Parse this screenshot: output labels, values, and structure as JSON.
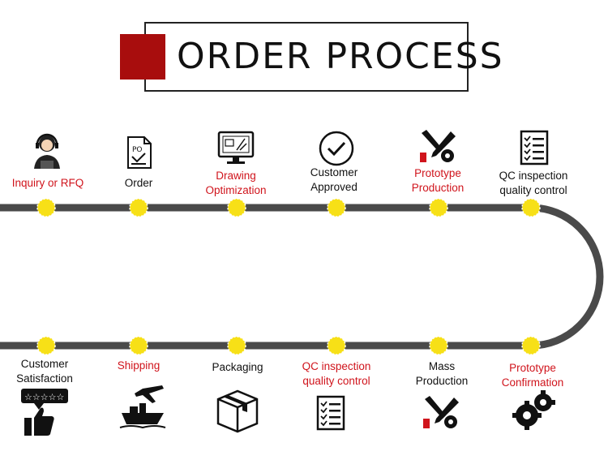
{
  "title": "ORDER PROCESS",
  "colors": {
    "accent_red": "#a80d0d",
    "label_red": "#d0141c",
    "label_dark": "#111111",
    "track": "#4a4a4a",
    "node": "#f7e017"
  },
  "top_row": [
    {
      "label": "Inquiry or RFQ",
      "highlight": true,
      "icon": "operator-headset-icon"
    },
    {
      "label": "Order",
      "highlight": false,
      "icon": "po-document-icon"
    },
    {
      "label": "Drawing\nOptimization",
      "highlight": true,
      "icon": "computer-drawing-icon"
    },
    {
      "label": "Customer\nApproved",
      "highlight": false,
      "icon": "checkmark-circle-icon"
    },
    {
      "label": "Prototype\nProduction",
      "highlight": true,
      "icon": "tools-gear-icon"
    },
    {
      "label": "QC inspection\nquality control",
      "highlight": false,
      "icon": "checklist-icon"
    }
  ],
  "bottom_row": [
    {
      "label": "Customer\nSatisfaction",
      "highlight": false,
      "icon": "thumbs-up-rating-icon"
    },
    {
      "label": "Shipping",
      "highlight": true,
      "icon": "ship-plane-icon"
    },
    {
      "label": "Packaging",
      "highlight": false,
      "icon": "box-icon"
    },
    {
      "label": "QC inspection\nquality control",
      "highlight": true,
      "icon": "checklist-icon"
    },
    {
      "label": "Mass\nProduction",
      "highlight": false,
      "icon": "tools-gear-icon"
    },
    {
      "label": "Prototype\nConfirmation",
      "highlight": true,
      "icon": "gears-icon"
    }
  ]
}
